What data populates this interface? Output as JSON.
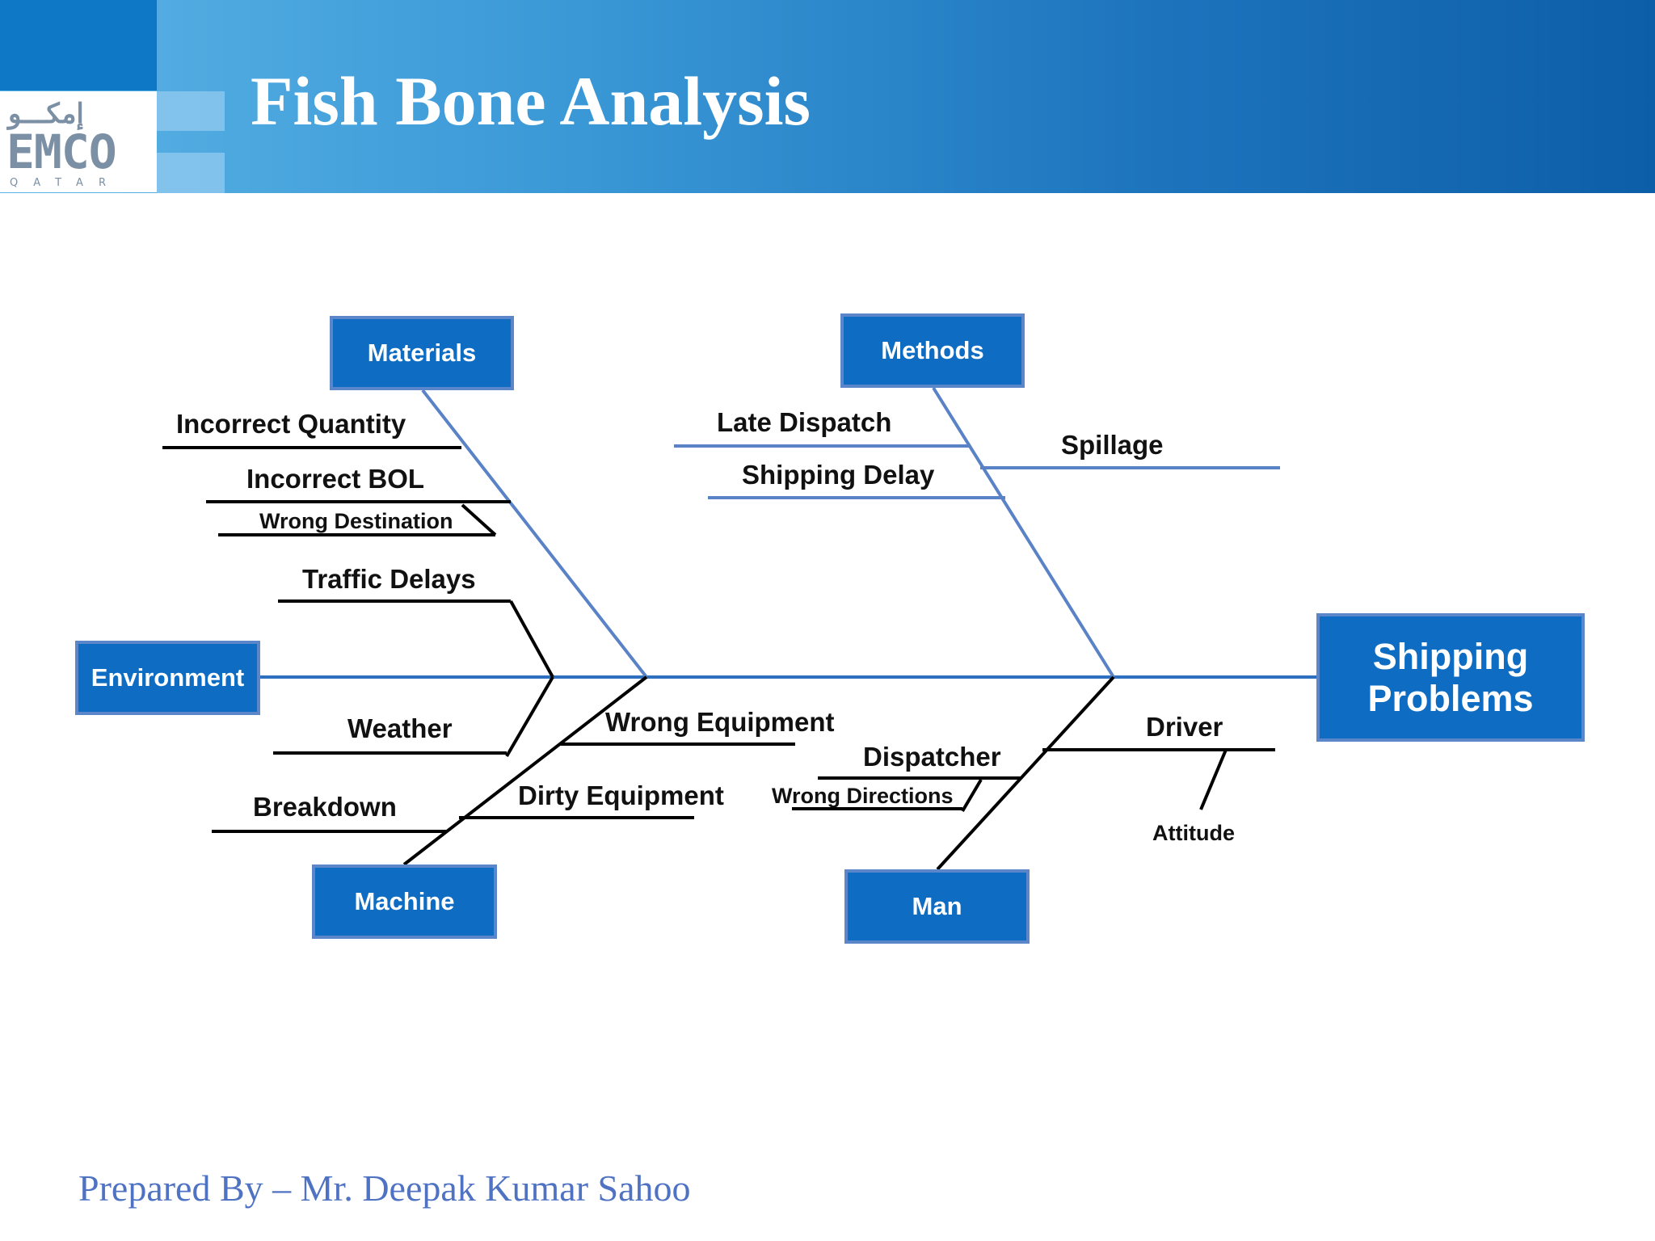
{
  "header": {
    "title": "Fish Bone Analysis",
    "logo": {
      "arabic": "إمكـــو",
      "name": "EMCO",
      "sub": "QATAR"
    }
  },
  "diagram": {
    "effect": "Shipping Problems",
    "categories": {
      "materials": "Materials",
      "methods": "Methods",
      "environment": "Environment",
      "machine": "Machine",
      "man": "Man"
    },
    "causes": {
      "incorrect_quantity": "Incorrect Quantity",
      "incorrect_bol": "Incorrect BOL",
      "wrong_destination": "Wrong Destination",
      "late_dispatch": "Late Dispatch",
      "shipping_delay": "Shipping Delay",
      "spillage": "Spillage",
      "traffic_delays": "Traffic Delays",
      "weather": "Weather",
      "wrong_equipment": "Wrong Equipment",
      "dirty_equipment": "Dirty Equipment",
      "breakdown": "Breakdown",
      "driver": "Driver",
      "dispatcher": "Dispatcher",
      "wrong_directions": "Wrong Directions",
      "attitude": "Attitude"
    },
    "colors": {
      "spine": "#2f6fbf",
      "bone": "#5a82c6",
      "cause_line": "#000000",
      "box": "#0e6cc2",
      "box_border": "#5b86c9"
    }
  },
  "footer": {
    "prepared_by": "Prepared By – Mr. Deepak Kumar Sahoo"
  }
}
